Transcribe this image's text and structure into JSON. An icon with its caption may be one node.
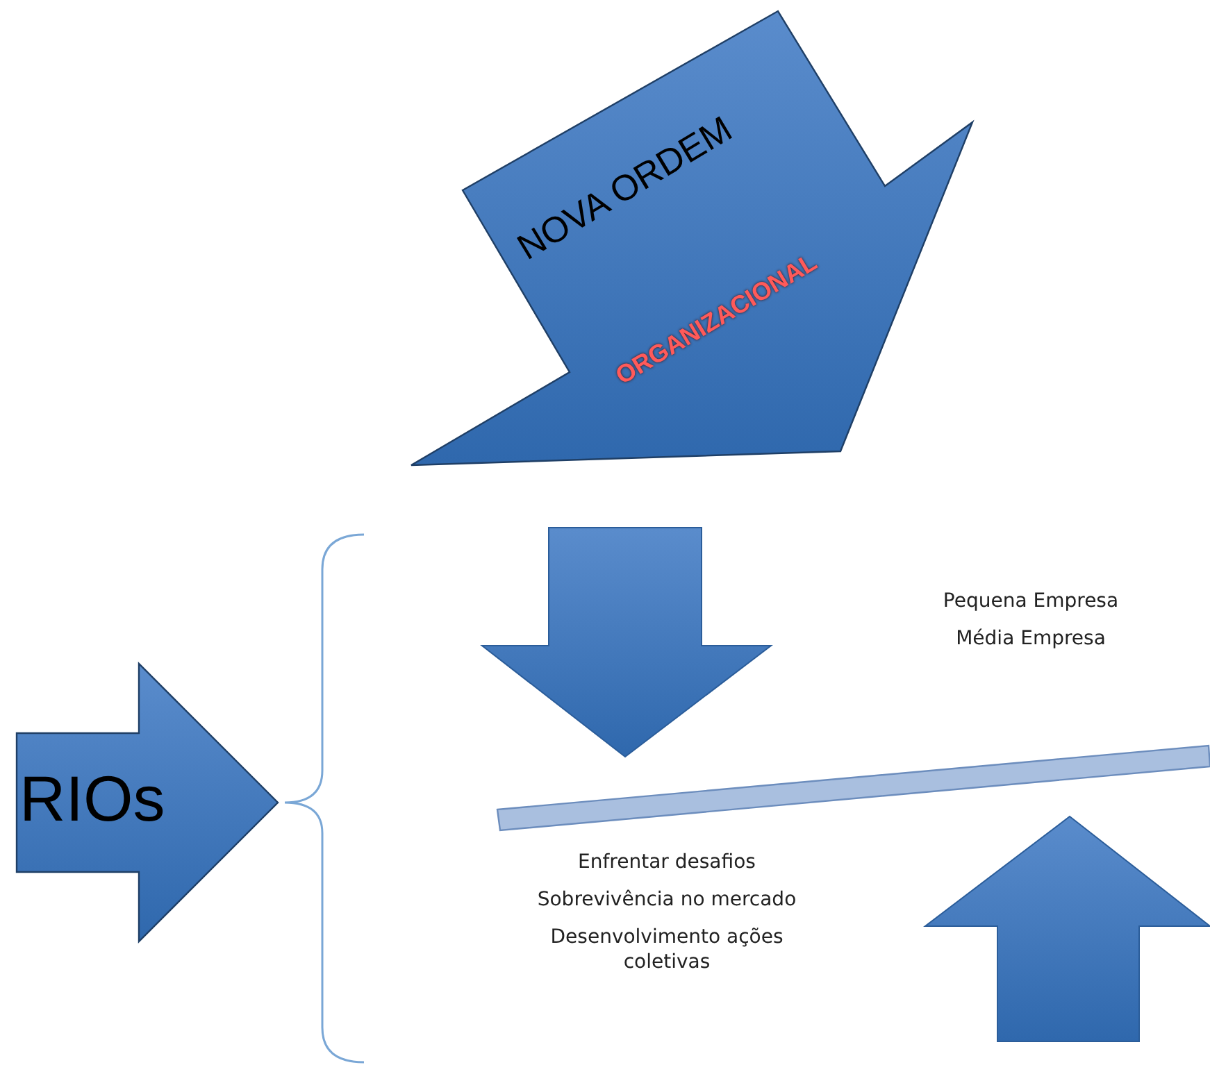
{
  "diagram": {
    "nodes": [
      {
        "text": [
          "NOVA ORDEM",
          "ORGANIZACIONAL"
        ]
      },
      {
        "text": [
          "RIOs"
        ]
      },
      {
        "text": [],
        "shape": "bar"
      }
    ],
    "labels": [
      "Pequena Empresa",
      "Média Empresa",
      "Enfrentar desafios",
      "Sobrevivência no mercado",
      "Desenvolvimento ações coletivas"
    ]
  }
}
